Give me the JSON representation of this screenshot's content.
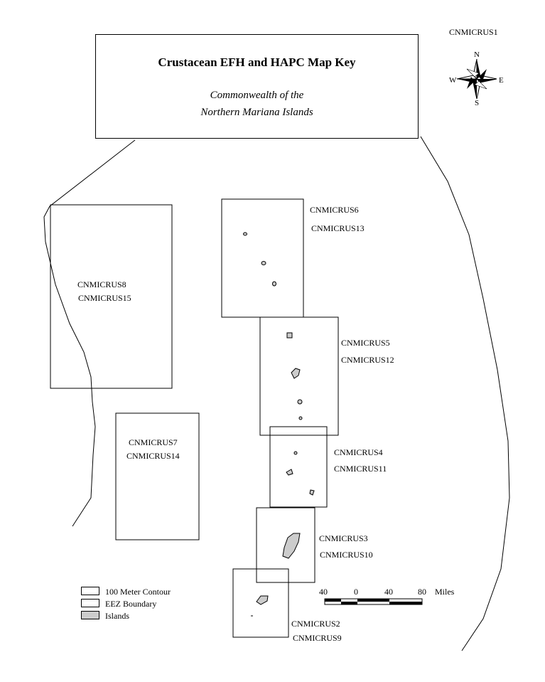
{
  "title_box": {
    "title": "Crustacean EFH and HAPC Map Key",
    "subtitle_line1": "Commonwealth of the",
    "subtitle_line2": "Northern Mariana Islands"
  },
  "top_label": "CNMICRUS1",
  "compass": {
    "n": "N",
    "s": "S",
    "e": "E",
    "w": "W"
  },
  "map_boxes": [
    {
      "label_a": "CNMICRUS6",
      "label_b": "CNMICRUS13"
    },
    {
      "label_a": "CNMICRUS5",
      "label_b": "CNMICRUS12"
    },
    {
      "label_a": "CNMICRUS4",
      "label_b": "CNMICRUS11"
    },
    {
      "label_a": "CNMICRUS3",
      "label_b": "CNMICRUS10"
    },
    {
      "label_a": "CNMICRUS2",
      "label_b": "CNMICRUS9"
    },
    {
      "label_a": "CNMICRUS8",
      "label_b": "CNMICRUS15"
    },
    {
      "label_a": "CNMICRUS7",
      "label_b": "CNMICRUS14"
    }
  ],
  "legend": [
    {
      "label": "100 Meter Contour",
      "color": "#ffffff"
    },
    {
      "label": "EEZ Boundary",
      "color": "#ffffff"
    },
    {
      "label": "Islands",
      "color": "#cccccc"
    }
  ],
  "scale_bar": {
    "ticks": [
      "40",
      "0",
      "40",
      "80"
    ],
    "unit": "Miles"
  }
}
